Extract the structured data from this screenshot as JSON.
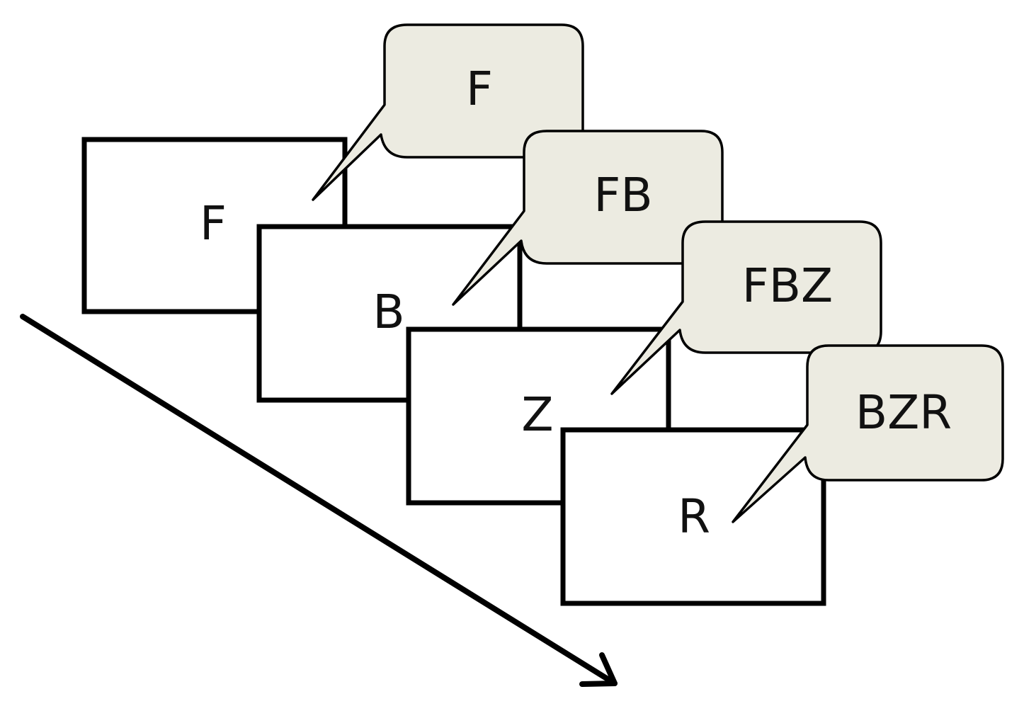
{
  "cards": [
    {
      "letter": "F",
      "memory": "F"
    },
    {
      "letter": "B",
      "memory": "FB"
    },
    {
      "letter": "Z",
      "memory": "FBZ"
    },
    {
      "letter": "R",
      "memory": "BZR"
    }
  ],
  "colors": {
    "bubble_fill": "#ecebe1",
    "stroke": "#000000",
    "card_fill": "#ffffff"
  }
}
